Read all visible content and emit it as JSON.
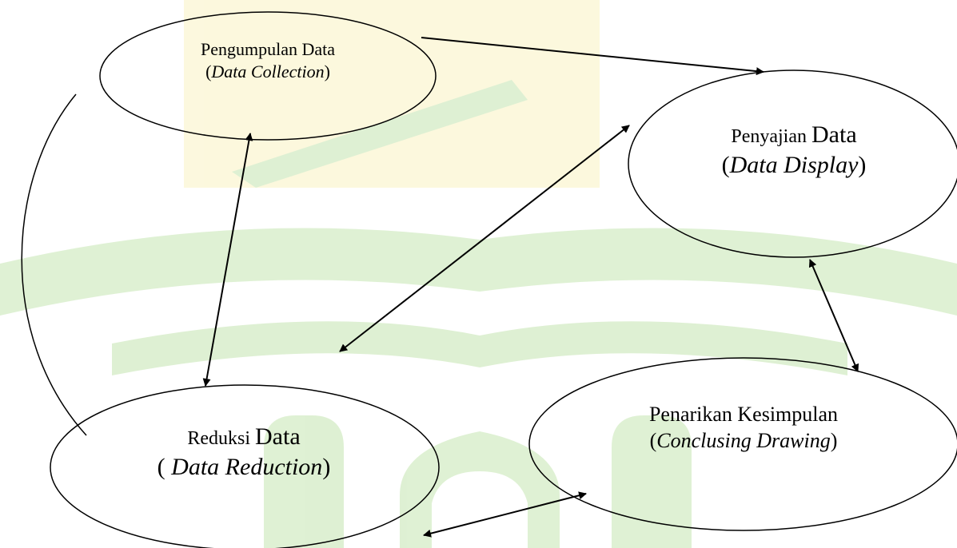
{
  "nodes": {
    "collection": {
      "title": "Pengumpulan Data",
      "sub_open": "(",
      "sub_italic": "Data Collection",
      "sub_close": ")"
    },
    "display": {
      "title_a": "Penyajian ",
      "title_b": "Data",
      "sub_open": "(",
      "sub_italic": "Data Display",
      "sub_close": ")"
    },
    "reduction": {
      "title_a": "Reduksi ",
      "title_b": "Data",
      "sub_open": "( ",
      "sub_italic": "Data Reduction",
      "sub_close": ")"
    },
    "conclusion": {
      "title": "Penarikan Kesimpulan",
      "sub_open": "(",
      "sub_italic": "Conclusing Drawing",
      "sub_close": ")"
    }
  },
  "colors": {
    "stroke": "#000000",
    "watermark_green": "#6fbf3a",
    "watermark_yellow": "#f3e06a",
    "background": "#ffffff"
  }
}
